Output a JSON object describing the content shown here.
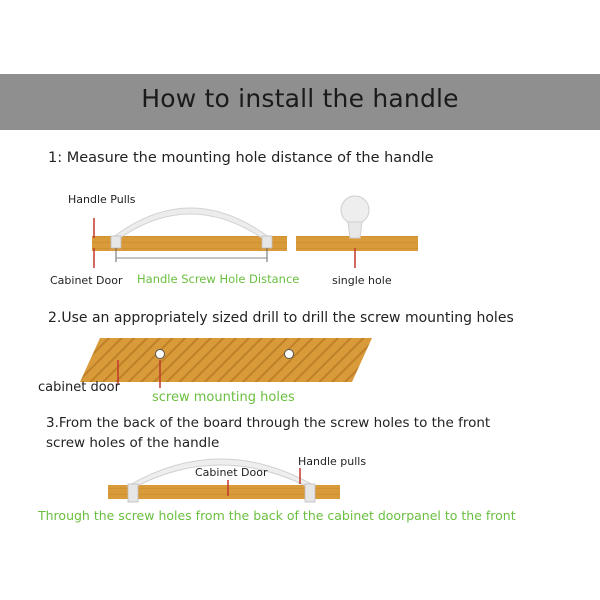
{
  "title": "How to install the handle",
  "steps": [
    {
      "text": "1: Measure the mounting hole distance of the handle"
    },
    {
      "text": "2.Use an appropriately sized drill to drill the screw mounting holes"
    },
    {
      "text_line1": "3.From the back of the board through the screw holes to the front",
      "text_line2": "screw holes of the handle"
    }
  ],
  "labels": {
    "handle_pulls": "Handle Pulls",
    "cabinet_door_1": "Cabinet Door",
    "handle_screw_hole_distance": "Handle Screw Hole Distance",
    "single_hole": "single hole",
    "cabinet_door_2": "cabinet door",
    "screw_mounting_holes": "screw mounting holes",
    "cabinet_door_3": "Cabinet Door",
    "handle_pulls_2": "Handle pulls",
    "through_text": "Through the screw holes from the back of the cabinet doorpanel to the front"
  },
  "colors": {
    "title_bar": "#8f8f8f",
    "wood": "#d99a3a",
    "wood_stripe": "#b87a22",
    "accent_green": "#6abf3f",
    "handle": "#e9e9e9"
  }
}
